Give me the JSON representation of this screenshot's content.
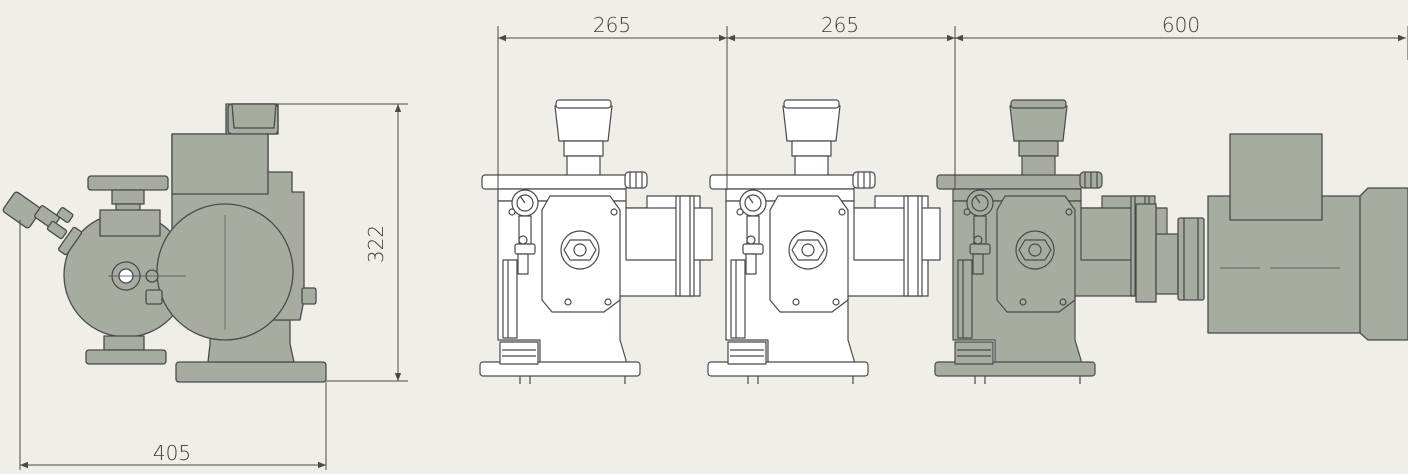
{
  "drawing": {
    "background": "#efeee9",
    "line_color": "#4a4a4a",
    "fill_color": "#a7aca0",
    "white_fill": "#ffffff"
  },
  "dimensions": {
    "width_single": "405",
    "height": "322",
    "pitch_1": "265",
    "pitch_2": "265",
    "motor_length": "600"
  }
}
